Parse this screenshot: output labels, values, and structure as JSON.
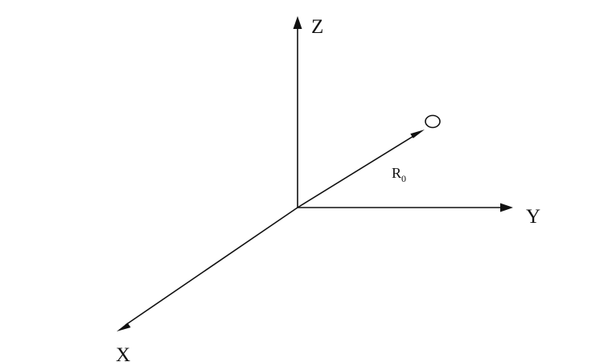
{
  "diagram": {
    "axes": {
      "z": {
        "label": "Z"
      },
      "y": {
        "label": "Y"
      },
      "x": {
        "label": "X"
      }
    },
    "position_vector": {
      "label": "R",
      "subscript": "0"
    },
    "colors": {
      "stroke": "#111111",
      "background": "#ffffff"
    }
  }
}
